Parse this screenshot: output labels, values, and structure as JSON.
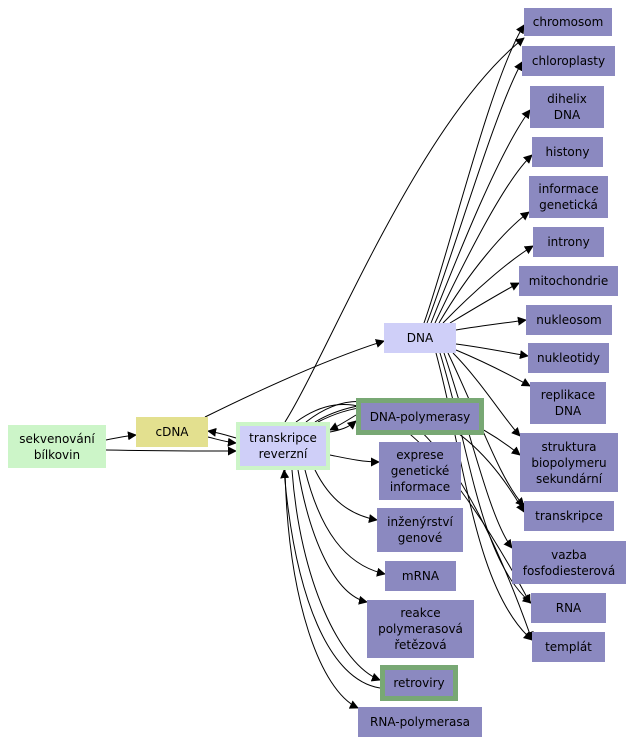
{
  "nodes": {
    "chromosom": "chromosom",
    "chloroplasty": "chloroplasty",
    "dihelix": "dihelix\nDNA",
    "histony": "histony",
    "informace": "informace\ngenetická",
    "introny": "introny",
    "mitochondrie": "mitochondrie",
    "nukleosom": "nukleosom",
    "nukleotidy": "nukleotidy",
    "replikace": "replikace\nDNA",
    "struktura": "struktura\nbiopolymeru\nsekundární",
    "transkripce": "transkripce",
    "vazba": "vazba\nfosfodiesterová",
    "rna": "RNA",
    "templat": "templát",
    "dna": "DNA",
    "dnapol": "DNA-polymerasy",
    "exprese": "exprese\ngenetické\ninformace",
    "inzenyrstvi": "inženýrství\ngenové",
    "mrna": "mRNA",
    "reakce": "reakce\npolymerasová\nřetězová",
    "retroviry": "retroviry",
    "rnapol": "RNA-polymerasa",
    "sekvenovani": "sekvenování\nbílkovin",
    "cdna": "cDNA",
    "transrev": "transkripce\nreverzní"
  },
  "colors": {
    "node_fill": "#8b89c0",
    "source_fill": "#ccf5c8",
    "cdna_fill": "#e3e08f",
    "hub_fill": "#cfcff8",
    "highlight_border": "#78a874",
    "edge": "#000000"
  }
}
